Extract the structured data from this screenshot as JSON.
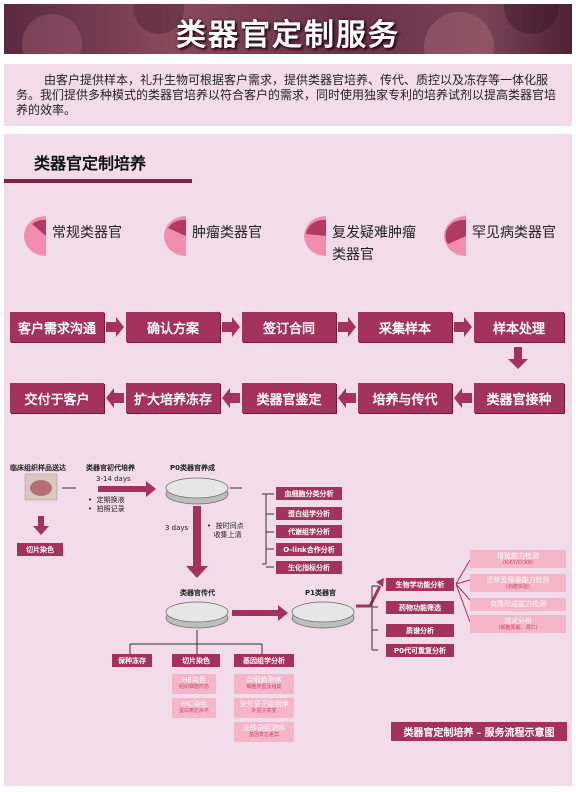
{
  "header": {
    "title": "类器官定制服务"
  },
  "intro": {
    "text": "由客户提供样本，礼升生物可根据客户需求，提供类器官培养、传代、质控以及冻存等一体化服务。我们提供多种模式的类器官培养以符合客户的需求，同时使用独家专利的培养试剂以提高类器官培养的效率。"
  },
  "section": {
    "title": "类器官定制培养"
  },
  "categories": [
    {
      "label_line1": "常规类器官",
      "label_line2": ""
    },
    {
      "label_line1": "肿瘤类器官",
      "label_line2": ""
    },
    {
      "label_line1": "复发疑难肿瘤",
      "label_line2": "类器官"
    },
    {
      "label_line1": "罕见病类器官",
      "label_line2": ""
    }
  ],
  "flow_row1": [
    "客户需求沟通",
    "确认方案",
    "签订合同",
    "采集样本",
    "样本处理"
  ],
  "flow_row2": [
    "交付于客户",
    "扩大培养冻存",
    "类器官鉴定",
    "培养与传代",
    "类器官接种"
  ],
  "diagram": {
    "clinical_sample": "临床组织样品送达",
    "primary_culture": "类器官初代培养",
    "days_1": "3-14 days",
    "notes_1": [
      "定期换液",
      "拍照记录"
    ],
    "p0_formed": "P0类器官养成",
    "days_2": "3 days",
    "notes_2": [
      "按时间点",
      "收集上清"
    ],
    "slice_stain_left": "切片染色",
    "supernatant_analyses": [
      "血细胞分类分析",
      "蛋白组学分析",
      "代谢组学分析",
      "O-link合作分析",
      "生化指标分析"
    ],
    "passage": "类器官传代",
    "p1": "P1类器官",
    "outputs": [
      "保种冻存",
      "切片染色",
      "基因组学分析"
    ],
    "stain_items": [
      {
        "name": "HE染色",
        "sub": "组织细胞形态"
      },
      {
        "name": "IHC染色",
        "sub": "蛋白表达水平"
      }
    ],
    "genomic_items": [
      {
        "name": "单细胞测序",
        "sub": "细胞类型及组成"
      },
      {
        "name": "全外显子组测序",
        "sub": "外显子突变"
      },
      {
        "name": "全转录组测序",
        "sub": "基因表达差异"
      }
    ],
    "p1_analyses": [
      "生物学功能分析",
      "药物功能筛选",
      "质谱分析",
      "P0代可重复分析"
    ],
    "function_items": [
      {
        "name": "增殖能力检测",
        "sub": "(Ki67/CCK8)"
      },
      {
        "name": "迁移及侵袭能力检测",
        "sub": "(划痕实验)"
      },
      {
        "name": "克隆形成能力检测",
        "sub": ""
      },
      {
        "name": "流式分析",
        "sub": "(细胞周期、凋亡)"
      }
    ],
    "caption": "类器官定制培养 - 服务流程示意图"
  },
  "colors": {
    "brand": "#a3325c",
    "brand_dark": "#7d2448",
    "panel_bg": "#f2dcea",
    "light_pink": "#f4b6c8"
  }
}
